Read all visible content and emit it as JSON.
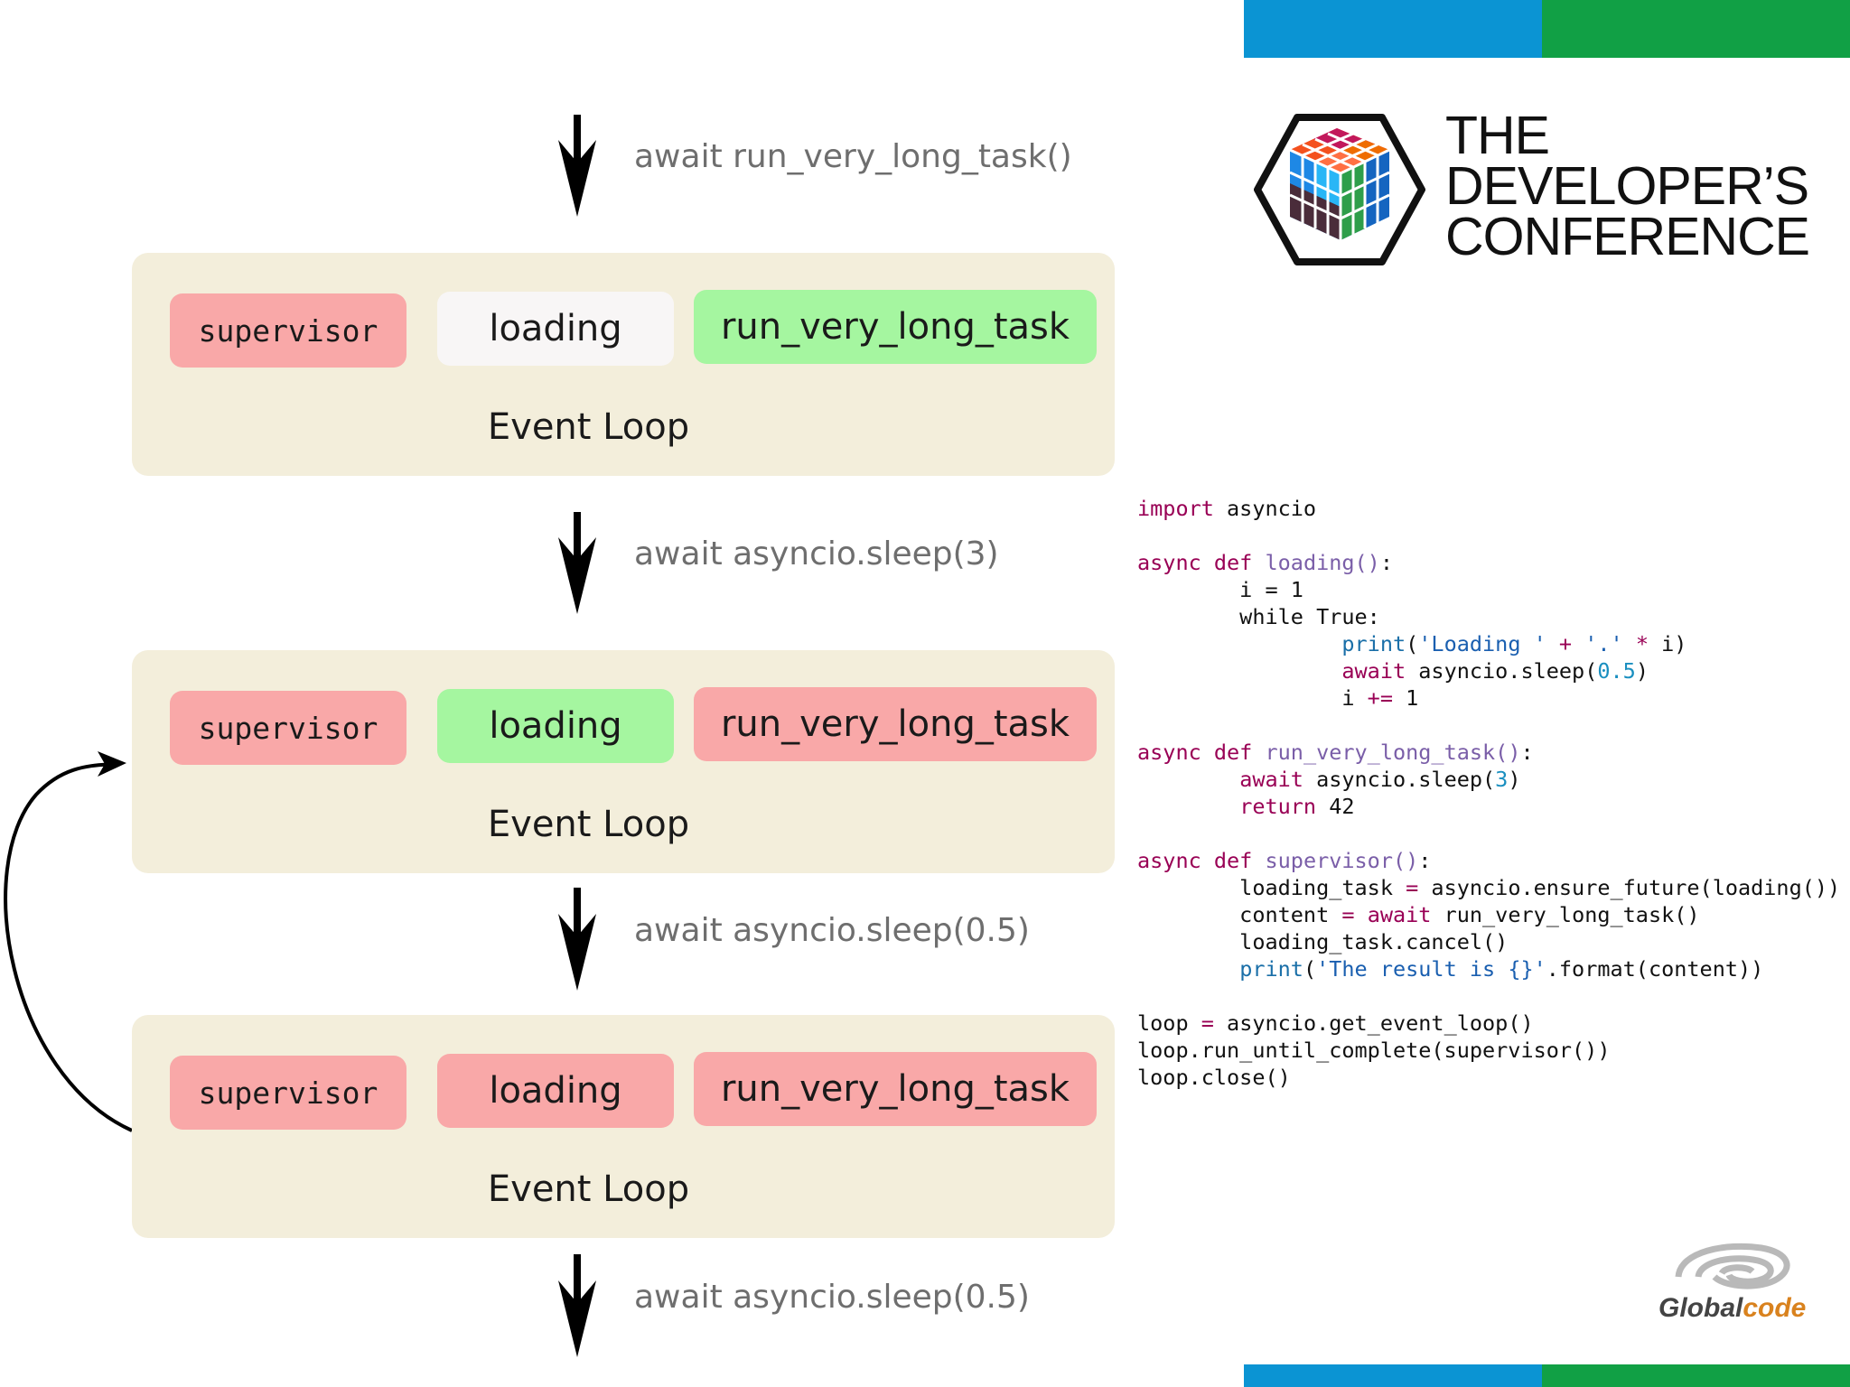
{
  "header_bars": {
    "colors": [
      "#0b94d3",
      "#11a045"
    ]
  },
  "footer_bars": {
    "colors": [
      "#0b94d3",
      "#11a045"
    ]
  },
  "logo": {
    "title_lines": [
      "THE",
      "DEVELOPER’S",
      "CONFERENCE"
    ]
  },
  "sponsor": {
    "name_part1": "Global",
    "name_part2": "code"
  },
  "await_steps": [
    "await run_very_long_task()",
    "await asyncio.sleep(3)",
    "await asyncio.sleep(0.5)",
    "await asyncio.sleep(0.5)"
  ],
  "event_loops": [
    {
      "label": "Event Loop",
      "tasks": [
        {
          "name": "supervisor",
          "state": "red"
        },
        {
          "name": "loading",
          "state": "white"
        },
        {
          "name": "run_very_long_task",
          "state": "green"
        }
      ]
    },
    {
      "label": "Event Loop",
      "tasks": [
        {
          "name": "supervisor",
          "state": "red"
        },
        {
          "name": "loading",
          "state": "green"
        },
        {
          "name": "run_very_long_task",
          "state": "red"
        }
      ]
    },
    {
      "label": "Event Loop",
      "tasks": [
        {
          "name": "supervisor",
          "state": "red"
        },
        {
          "name": "loading",
          "state": "red"
        },
        {
          "name": "run_very_long_task",
          "state": "red"
        }
      ]
    }
  ],
  "state_colors": {
    "red": "#f9a8a8",
    "green": "#a5f6a0",
    "white": "#f8f6f6"
  },
  "code_lines": [
    "import asyncio",
    "",
    "async def loading():",
    "        i = 1",
    "        while True:",
    "                print('Loading ' + '.' * i)",
    "                await asyncio.sleep(0.5)",
    "                i += 1",
    "",
    "async def run_very_long_task():",
    "        await asyncio.sleep(3)",
    "        return 42",
    "",
    "async def supervisor():",
    "        loading_task = asyncio.ensure_future(loading())",
    "        content = await run_very_long_task()",
    "        loading_task.cancel()",
    "        print('The result is {}'.format(content))",
    "",
    "loop = asyncio.get_event_loop()",
    "loop.run_until_complete(supervisor())",
    "loop.close()"
  ]
}
